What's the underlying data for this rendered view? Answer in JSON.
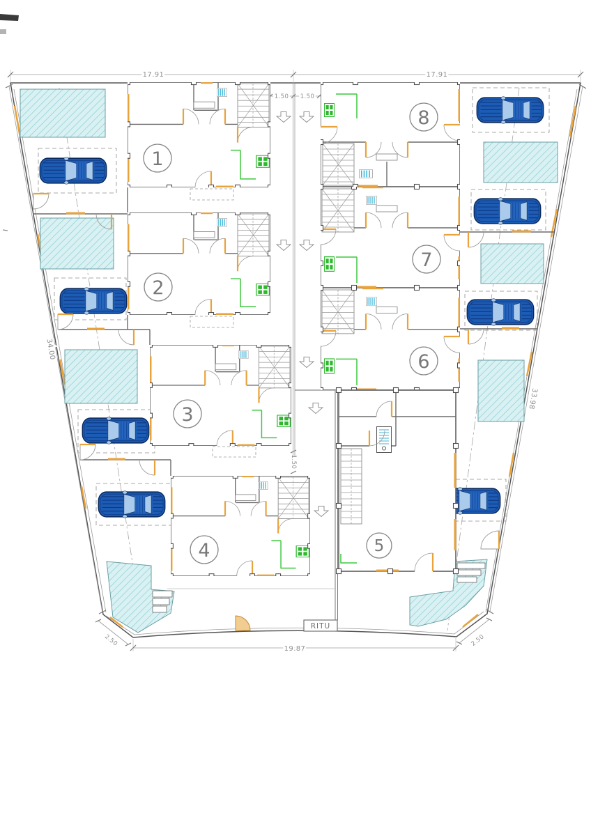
{
  "plan": {
    "type": "residential-site-floor-plan",
    "units": [
      {
        "number": "1"
      },
      {
        "number": "2"
      },
      {
        "number": "3"
      },
      {
        "number": "4"
      },
      {
        "number": "5"
      },
      {
        "number": "6"
      },
      {
        "number": "7"
      },
      {
        "number": "8"
      }
    ],
    "dimensions": {
      "top_left_width": "17.91",
      "top_right_width": "17.91",
      "corridor_left": "1.50",
      "corridor_right": "1.50",
      "corridor_mid": "1.50",
      "left_side": "34.00",
      "right_side": "33.98",
      "bottom_width": "19.87",
      "bottom_left_offset": "2.50",
      "bottom_right_offset": "2.50"
    },
    "labels": {
      "utility": "RITU"
    },
    "colors": {
      "wall": "#6b6b6b",
      "accent_orange": "#e8a33c",
      "kitchen_green": "#3cc73c",
      "pool_fill": "#daf1f3",
      "pool_hatch": "#93d2d6",
      "car_body": "#1d5cb4",
      "car_glass": "#aacbec",
      "ac_stripe": "#3fb6d8",
      "dimension_text": "#8f8f8f"
    }
  }
}
